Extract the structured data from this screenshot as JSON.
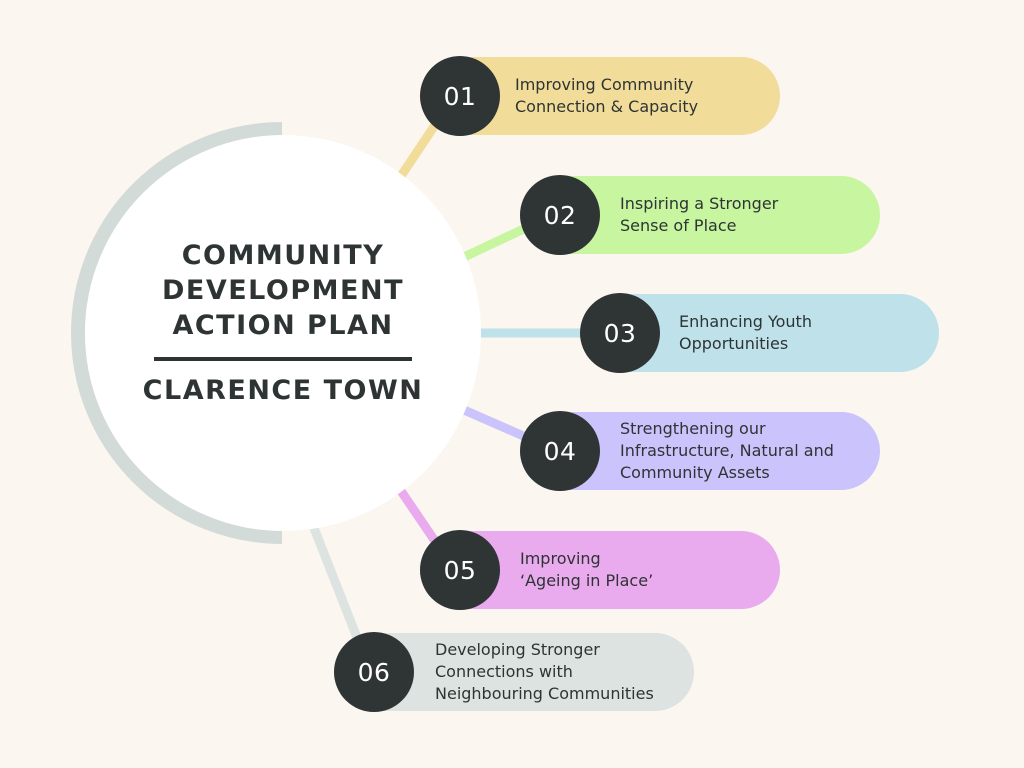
{
  "hub": {
    "title": "COMMUNITY\nDEVELOPMENT\nACTION PLAN",
    "subtitle": "CLARENCE TOWN"
  },
  "colors": {
    "background": "#fbf6f0",
    "ring": "#d3dbd8",
    "badge": "#2f3535",
    "text": "#2e3434"
  },
  "steps": [
    {
      "number": "01",
      "label": "Improving Community\nConnection & Capacity",
      "color": "#f2dc9a"
    },
    {
      "number": "02",
      "label": "Inspiring a Stronger\nSense of Place",
      "color": "#c7f5a0"
    },
    {
      "number": "03",
      "label": "Enhancing Youth\nOpportunities",
      "color": "#bfe2ea"
    },
    {
      "number": "04",
      "label": "Strengthening our\nInfrastructure, Natural and\nCommunity Assets",
      "color": "#cbc3fb"
    },
    {
      "number": "05",
      "label": "Improving\n‘Ageing in Place’",
      "color": "#e9aaee"
    },
    {
      "number": "06",
      "label": "Developing Stronger\nConnections with\nNeighbouring Communities",
      "color": "#dce3e1"
    }
  ]
}
